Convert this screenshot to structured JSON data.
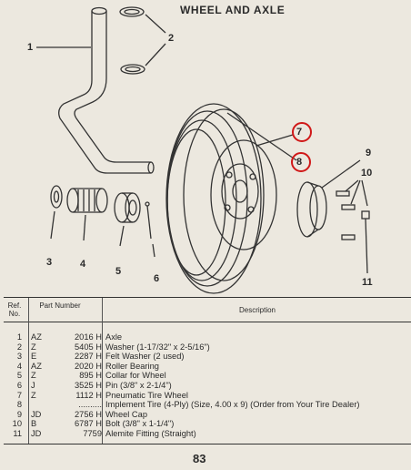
{
  "page": {
    "title": "WHEEL AND AXLE",
    "page_number": "83"
  },
  "callouts": [
    "1",
    "2",
    "3",
    "4",
    "5",
    "6",
    "7",
    "8",
    "9",
    "10",
    "11"
  ],
  "table": {
    "headers": {
      "ref": "Ref. No.",
      "part": "Part Number",
      "description": "Description"
    },
    "rows": [
      {
        "ref": "1",
        "prefix": "AZ",
        "number": "2016 H",
        "description": "Axle"
      },
      {
        "ref": "2",
        "prefix": "Z",
        "number": "5405 H",
        "description": "Washer (1-17/32\" x 2-5/16\")"
      },
      {
        "ref": "3",
        "prefix": "E",
        "number": "2287 H",
        "description": "Felt Washer (2 used)"
      },
      {
        "ref": "4",
        "prefix": "AZ",
        "number": "2020 H",
        "description": "Roller Bearing"
      },
      {
        "ref": "5",
        "prefix": "Z",
        "number": "895 H",
        "description": "Collar for Wheel"
      },
      {
        "ref": "6",
        "prefix": "J",
        "number": "3525 H",
        "description": "Pin (3/8\" x 2-1/4\")"
      },
      {
        "ref": "7",
        "prefix": "Z",
        "number": "1112 H",
        "description": "Pneumatic Tire Wheel"
      },
      {
        "ref": "8",
        "prefix": "",
        "number": "..........",
        "description": "Implement Tire (4-Ply) (Size, 4.00 x 9) (Order from Your Tire Dealer)"
      },
      {
        "ref": "9",
        "prefix": "JD",
        "number": "2756 H",
        "description": "Wheel Cap"
      },
      {
        "ref": "10",
        "prefix": "B",
        "number": "6787 H",
        "description": "Bolt (3/8\" x 1-1/4\")"
      },
      {
        "ref": "11",
        "prefix": "JD",
        "number": "7759",
        "description": "Alemite Fitting (Straight)"
      }
    ]
  },
  "colors": {
    "paper": "#ece8df",
    "ink": "#2a2a2a",
    "highlight_circle": "#d01818"
  }
}
